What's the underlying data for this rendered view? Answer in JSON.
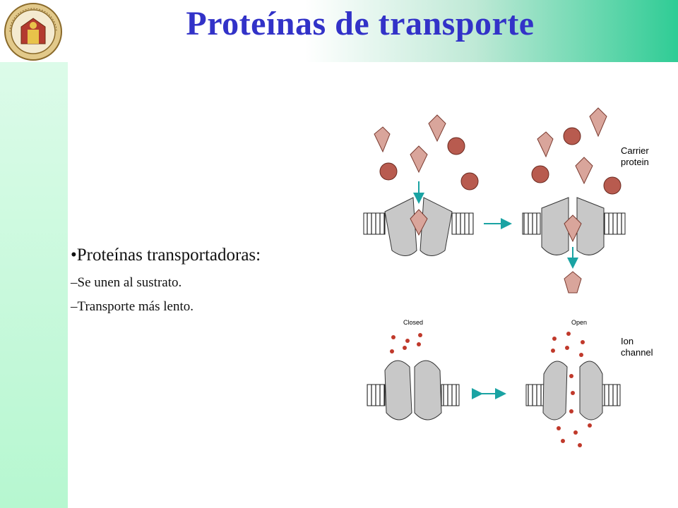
{
  "title": "Proteínas de transporte",
  "bullets": {
    "main": "•Proteínas transportadoras:",
    "items": [
      "–Se unen al sustrato.",
      "–Transporte más lento."
    ]
  },
  "figure": {
    "carrier_label_1": "Carrier",
    "carrier_label_2": "protein",
    "closed_label": "Closed",
    "open_label": "Open",
    "ion_label_1": "Ion",
    "ion_label_2": "channel"
  },
  "colors": {
    "title": "#3232c8",
    "sidebar": "#c6f8db",
    "molecule": "#d9a59b",
    "ball": "#b85b4f",
    "ion": "#c0392b",
    "arrow": "#1aa3a3",
    "protein": "#c8c8c8"
  },
  "icons": [
    "university-seal-icon"
  ]
}
